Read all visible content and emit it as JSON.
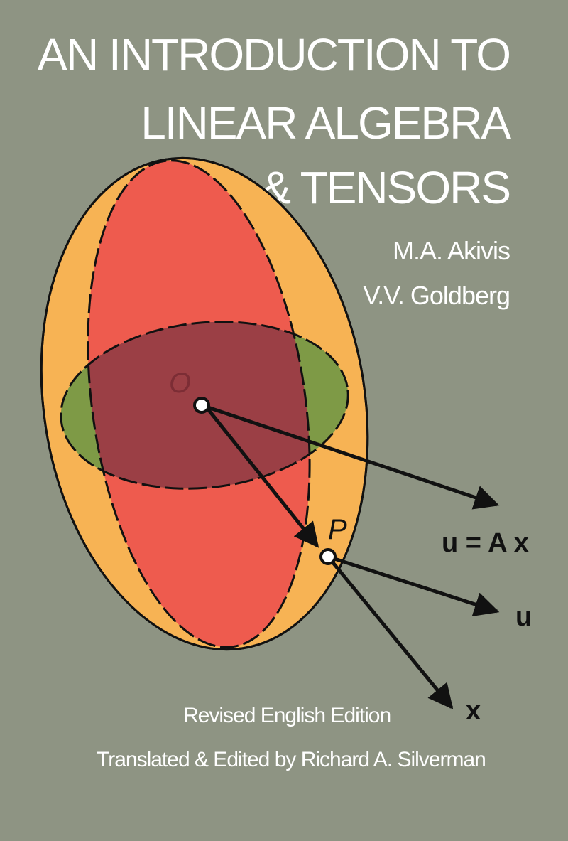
{
  "title_lines": [
    "AN INTRODUCTION TO",
    "LINEAR ALGEBRA",
    "& TENSORS"
  ],
  "authors": [
    "M.A. Akivis",
    "V.V. Goldberg"
  ],
  "edition": "Revised English Edition",
  "translator": "Translated & Edited by Richard A. Silverman",
  "figure_labels": {
    "origin": "O",
    "point": "P",
    "u_eq": "u = A x",
    "u": "u",
    "x": "x"
  },
  "colors": {
    "background": "#8e9483",
    "ellipsoid_outer": "#f7b354",
    "ellipse_red": "#ee5b4e",
    "ellipse_green": "#7e9a46",
    "overlap": "#9b3f45",
    "ink": "#111111"
  }
}
